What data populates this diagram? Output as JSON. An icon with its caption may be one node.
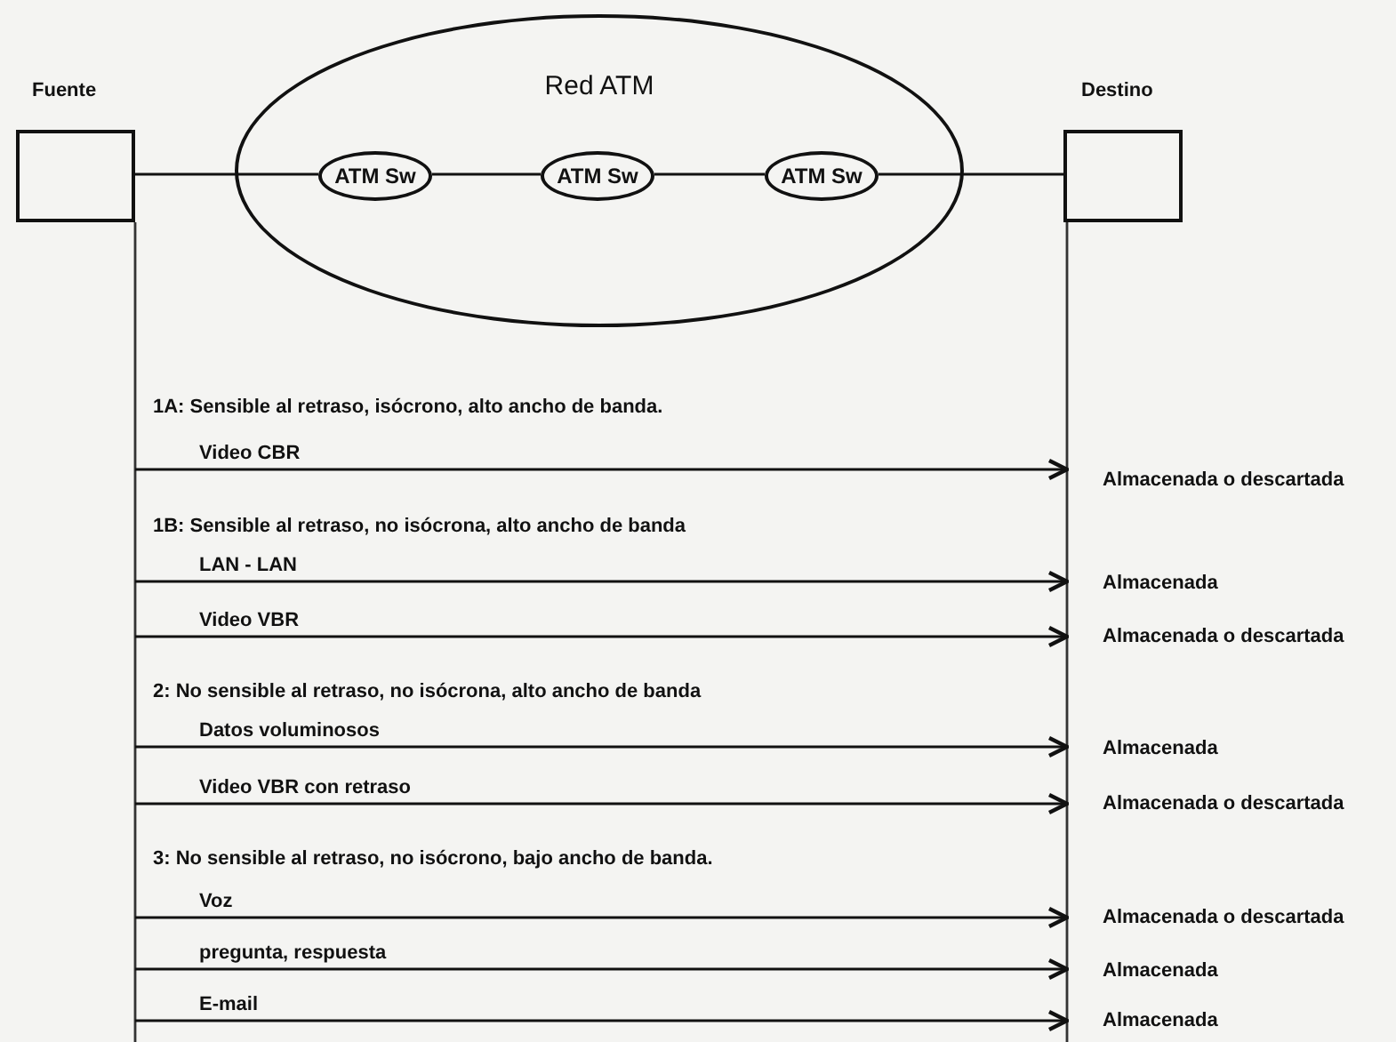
{
  "diagram": {
    "nodes": [
      {
        "text": [
          "Fuente"
        ]
      },
      {
        "text": [
          "Red ATM"
        ]
      },
      {
        "text": [
          "ATM Sw"
        ],
        "in": 1
      },
      {
        "text": [
          "ATM Sw"
        ],
        "in": 1
      },
      {
        "text": [
          "ATM Sw"
        ],
        "in": 1
      },
      {
        "text": [
          "Destino"
        ]
      }
    ],
    "edges": [
      {
        "from": 0,
        "to": 2,
        "arrow": "none"
      },
      {
        "from": 2,
        "to": 3,
        "arrow": "none"
      },
      {
        "from": 3,
        "to": 4,
        "arrow": "none"
      },
      {
        "from": 4,
        "to": 5,
        "arrow": "none"
      },
      {
        "from": 0,
        "to": 5,
        "arrow": "to",
        "label": "Video CBR"
      },
      {
        "from": 0,
        "to": 5,
        "arrow": "to",
        "label": "LAN - LAN"
      },
      {
        "from": 0,
        "to": 5,
        "arrow": "to",
        "label": "Video VBR"
      },
      {
        "from": 0,
        "to": 5,
        "arrow": "to",
        "label": "Datos voluminosos"
      },
      {
        "from": 0,
        "to": 5,
        "arrow": "to",
        "label": "Video VBR con retraso"
      },
      {
        "from": 0,
        "to": 5,
        "arrow": "to",
        "label": "Voz"
      },
      {
        "from": 0,
        "to": 5,
        "arrow": "to",
        "label": "pregunta, respuesta"
      },
      {
        "from": 0,
        "to": 5,
        "arrow": "to",
        "label": "E-mail"
      }
    ],
    "labels": [
      "1A: Sensible al retraso, isócrono, alto ancho de banda.",
      "Almacenada o descartada",
      "1B: Sensible al retraso, no isócrona, alto ancho de banda",
      "Almacenada",
      "Almacenada o descartada",
      "2: No sensible al retraso, no isócrona, alto ancho de banda",
      "Almacenada",
      "Almacenada o descartada",
      "3: No sensible al retraso, no isócrono, bajo ancho de banda.",
      "Almacenada o descartada",
      "Almacenada",
      "Almacenada"
    ]
  }
}
